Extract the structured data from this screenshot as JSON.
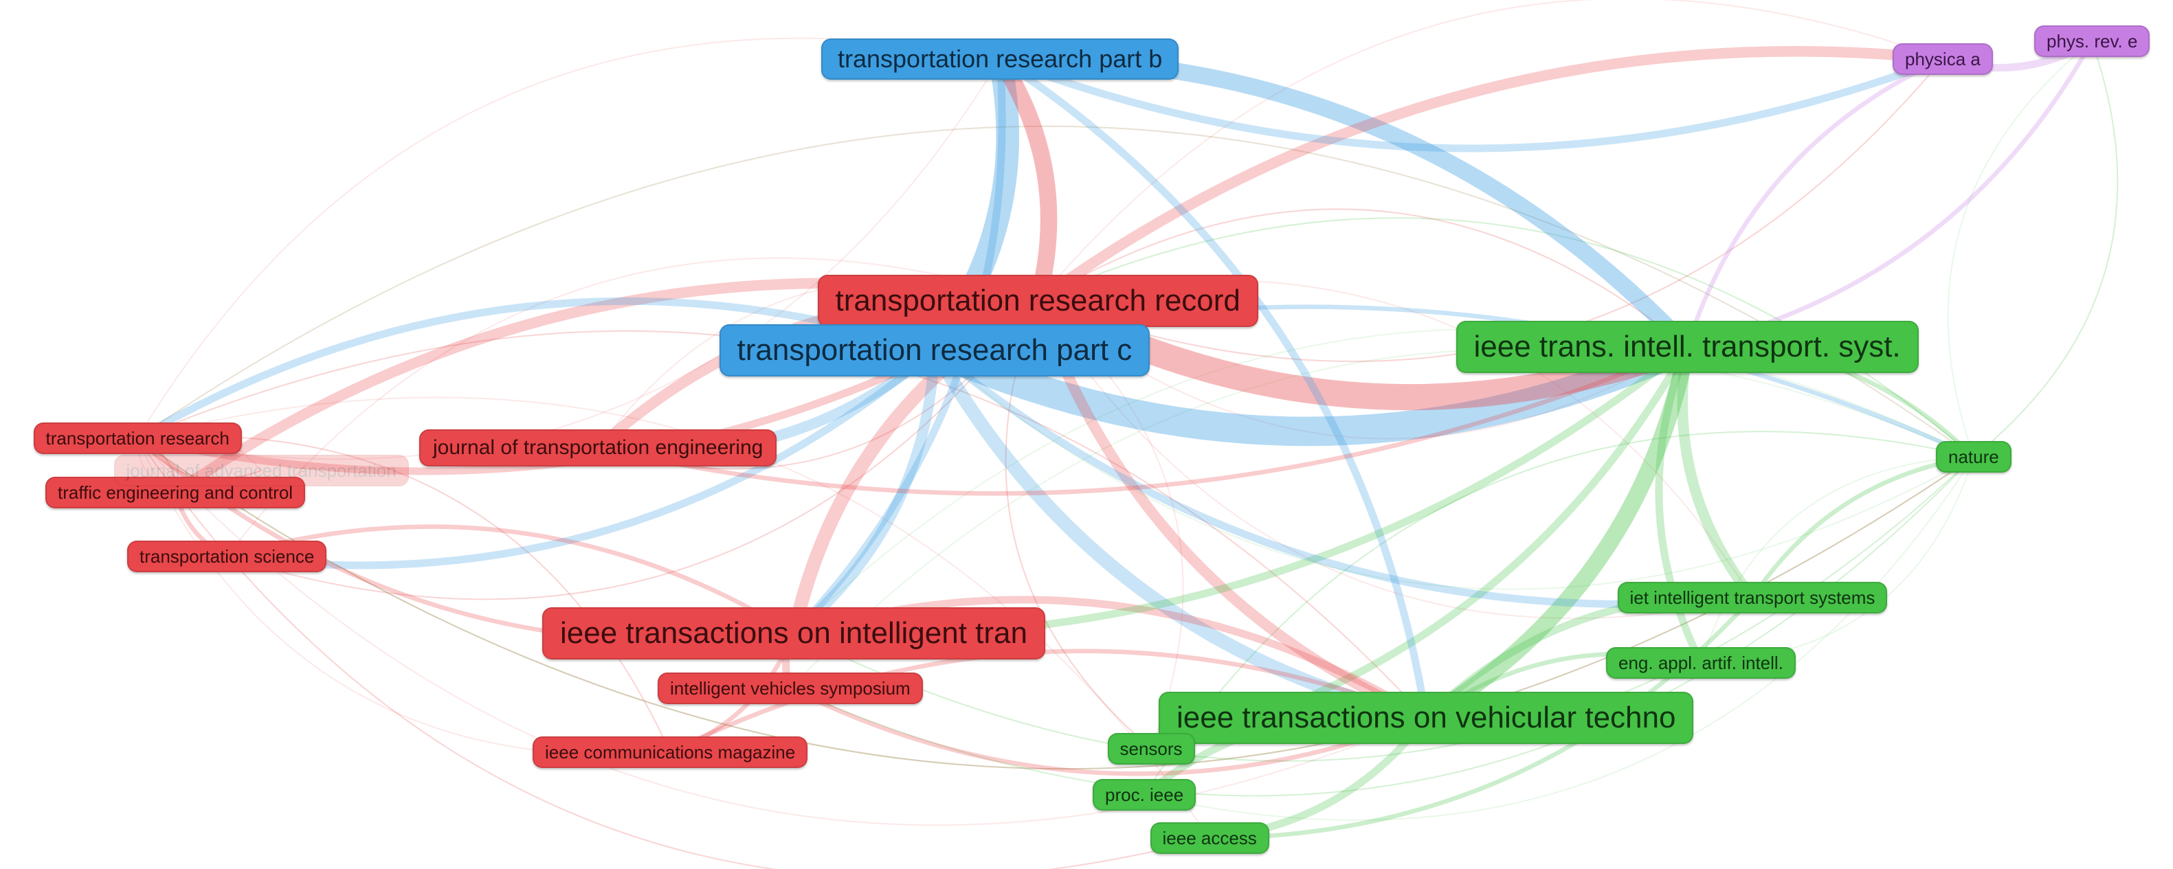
{
  "colors": {
    "red": "#e8474b",
    "blue": "#3d9ee2",
    "green": "#46c247",
    "purple": "#c77ee3"
  },
  "clusters": [
    {
      "name": "cluster-red",
      "color": "#e8474b",
      "text_color": "#3a0d0e"
    },
    {
      "name": "cluster-blue",
      "color": "#3d9ee2",
      "text_color": "#0e2a40"
    },
    {
      "name": "cluster-green",
      "color": "#46c247",
      "text_color": "#0f3310"
    },
    {
      "name": "cluster-purple",
      "color": "#c77ee3",
      "text_color": "#3a1646"
    }
  ],
  "nodes": [
    {
      "id": "trr",
      "label": "transportation research record",
      "cluster": "cluster-red",
      "size": "xl"
    },
    {
      "id": "trc",
      "label": "transportation research part c",
      "cluster": "cluster-blue",
      "size": "xl"
    },
    {
      "id": "trb",
      "label": "transportation research part b",
      "cluster": "cluster-blue",
      "size": "l"
    },
    {
      "id": "itss",
      "label": "ieee trans. intell. transport. syst.",
      "cluster": "cluster-green",
      "size": "xl"
    },
    {
      "id": "itits",
      "label": "ieee transactions on intelligent tran",
      "cluster": "cluster-red",
      "size": "xl"
    },
    {
      "id": "ivt",
      "label": "ieee transactions on vehicular techno",
      "cluster": "cluster-green",
      "size": "xl"
    },
    {
      "id": "jte",
      "label": "journal of transportation engineering",
      "cluster": "cluster-red",
      "size": "m"
    },
    {
      "id": "tr",
      "label": "transportation research",
      "cluster": "cluster-red",
      "size": "s"
    },
    {
      "id": "tec",
      "label": "traffic engineering and control",
      "cluster": "cluster-red",
      "size": "s"
    },
    {
      "id": "ts",
      "label": "transportation science",
      "cluster": "cluster-red",
      "size": "s"
    },
    {
      "id": "ivs",
      "label": "intelligent vehicles symposium",
      "cluster": "cluster-red",
      "size": "s"
    },
    {
      "id": "icm",
      "label": "ieee communications magazine",
      "cluster": "cluster-red",
      "size": "s"
    },
    {
      "id": "iet",
      "label": "iet intelligent transport systems",
      "cluster": "cluster-green",
      "size": "s"
    },
    {
      "id": "eaai",
      "label": "eng. appl. artif. intell.",
      "cluster": "cluster-green",
      "size": "s"
    },
    {
      "id": "nature",
      "label": "nature",
      "cluster": "cluster-green",
      "size": "s"
    },
    {
      "id": "sensors",
      "label": "sensors",
      "cluster": "cluster-green",
      "size": "s"
    },
    {
      "id": "proc",
      "label": "proc. ieee",
      "cluster": "cluster-green",
      "size": "s"
    },
    {
      "id": "access",
      "label": "ieee access",
      "cluster": "cluster-green",
      "size": "s"
    },
    {
      "id": "physa",
      "label": "physica a",
      "cluster": "cluster-purple",
      "size": "s"
    },
    {
      "id": "physe",
      "label": "phys. rev. e",
      "cluster": "cluster-purple",
      "size": "s"
    },
    {
      "id": "jatrans",
      "label": "journal of advanced transportation",
      "cluster": "cluster-red",
      "size": "s",
      "faint": true
    }
  ],
  "links": [
    {
      "source": "trc",
      "target": "itss",
      "weight": 9
    },
    {
      "source": "trb",
      "target": "trc",
      "weight": 7
    },
    {
      "source": "trr",
      "target": "itss",
      "weight": 8
    },
    {
      "source": "trb",
      "target": "itss",
      "weight": 5
    },
    {
      "source": "trr",
      "target": "trb",
      "weight": 5
    },
    {
      "source": "trc",
      "target": "trr",
      "weight": 5
    },
    {
      "source": "trc",
      "target": "ivt",
      "weight": 4
    },
    {
      "source": "itss",
      "target": "ivt",
      "weight": 5
    },
    {
      "source": "trr",
      "target": "itits",
      "weight": 4
    },
    {
      "source": "trc",
      "target": "jte",
      "weight": 3
    },
    {
      "source": "trr",
      "target": "jte",
      "weight": 3
    },
    {
      "source": "trr",
      "target": "physa",
      "weight": 3
    },
    {
      "source": "trb",
      "target": "physa",
      "weight": 2
    },
    {
      "source": "trc",
      "target": "itits",
      "weight": 3
    },
    {
      "source": "trr",
      "target": "tec",
      "weight": 3
    },
    {
      "source": "trr",
      "target": "tr",
      "weight": 2
    },
    {
      "source": "trc",
      "target": "tr",
      "weight": 2
    },
    {
      "source": "trc",
      "target": "ts",
      "weight": 2
    },
    {
      "source": "itss",
      "target": "iet",
      "weight": 3
    },
    {
      "source": "ivt",
      "target": "iet",
      "weight": 2
    },
    {
      "source": "itss",
      "target": "eaai",
      "weight": 2
    },
    {
      "source": "itss",
      "target": "nature",
      "weight": 1
    },
    {
      "source": "nature",
      "target": "iet",
      "weight": 1
    },
    {
      "source": "trc",
      "target": "nature",
      "weight": 1
    },
    {
      "source": "ivt",
      "target": "sensors",
      "weight": 2
    },
    {
      "source": "ivt",
      "target": "access",
      "weight": 2
    },
    {
      "source": "ivt",
      "target": "proc",
      "weight": 2
    },
    {
      "source": "itss",
      "target": "sensors",
      "weight": 2
    },
    {
      "source": "itits",
      "target": "ivs",
      "weight": 2
    },
    {
      "source": "itits",
      "target": "icm",
      "weight": 1
    },
    {
      "source": "trr",
      "target": "ivt",
      "weight": 3
    },
    {
      "source": "trb",
      "target": "ivt",
      "weight": 2
    },
    {
      "source": "physa",
      "target": "physe",
      "weight": 2
    },
    {
      "source": "physe",
      "target": "itss",
      "weight": 1
    },
    {
      "source": "physa",
      "target": "itss",
      "weight": 1
    },
    {
      "source": "itits",
      "target": "ivt",
      "weight": 2
    },
    {
      "source": "tec",
      "target": "ts",
      "weight": 1
    },
    {
      "source": "ts",
      "target": "itits",
      "weight": 1
    },
    {
      "source": "tr",
      "target": "itits",
      "weight": 1
    },
    {
      "source": "itss",
      "target": "itits",
      "weight": 2
    },
    {
      "source": "trc",
      "target": "iet",
      "weight": 2
    },
    {
      "source": "trb",
      "target": "itits",
      "weight": 2
    },
    {
      "source": "jte",
      "target": "itss",
      "weight": 1
    },
    {
      "source": "ivt",
      "target": "eaai",
      "weight": 1
    },
    {
      "source": "access",
      "target": "iet",
      "weight": 1
    },
    {
      "source": "icm",
      "target": "ivt",
      "weight": 1
    },
    {
      "source": "ivs",
      "target": "ivt",
      "weight": 1
    }
  ]
}
